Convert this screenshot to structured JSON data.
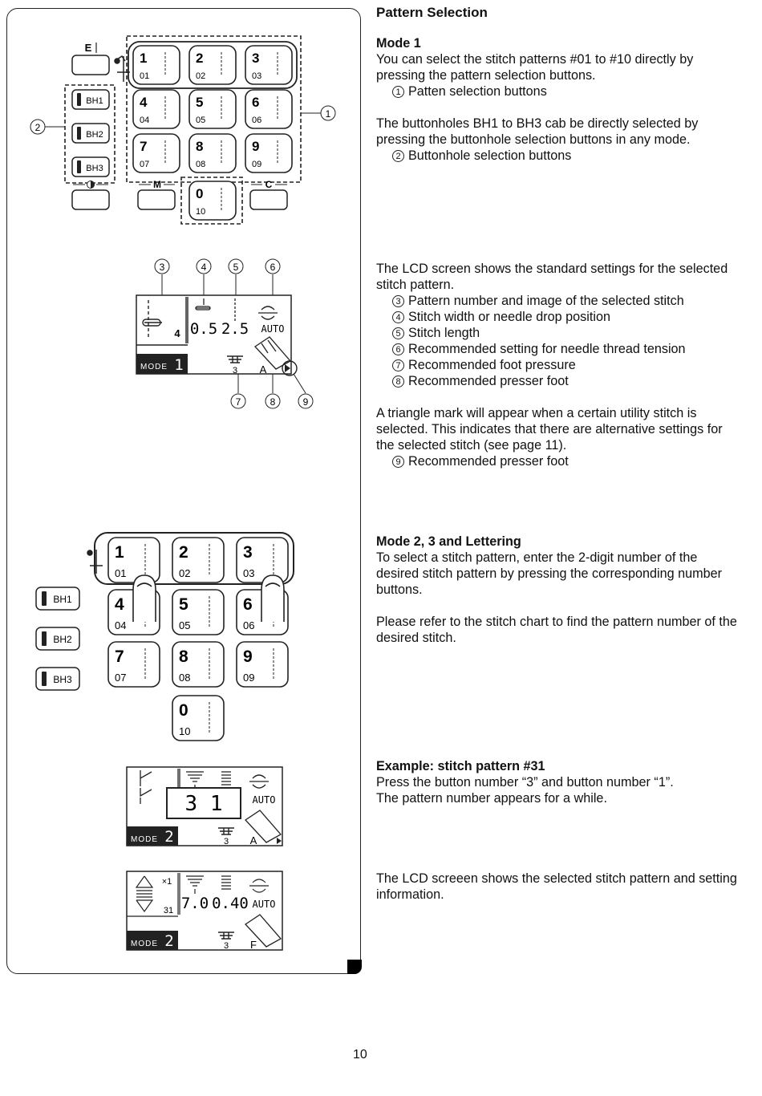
{
  "title": "Pattern Selection",
  "page_number": "10",
  "mode1": {
    "heading": "Mode 1",
    "para1": "You can select the stitch patterns #01 to #10 directly by pressing the pattern selection buttons.",
    "item1_num": "1",
    "item1": "Patten selection buttons",
    "para2": "The buttonholes BH1 to BH3 cab be directly selected by pressing the buttonhole selection buttons in any mode.",
    "item2_num": "2",
    "item2": "Buttonhole selection buttons"
  },
  "lcd_section": {
    "intro": "The LCD screen shows the standard settings for the selected stitch pattern.",
    "items": [
      {
        "num": "3",
        "text": "Pattern number and image of the selected stitch"
      },
      {
        "num": "4",
        "text": "Stitch width or needle drop position"
      },
      {
        "num": "5",
        "text": "Stitch length"
      },
      {
        "num": "6",
        "text": "Recommended setting for needle thread tension"
      },
      {
        "num": "7",
        "text": "Recommended foot pressure"
      },
      {
        "num": "8",
        "text": "Recommended presser foot"
      }
    ],
    "triangle": "A triangle mark will appear when a certain utility stitch is selected. This indicates that there are alternative settings for the selected stitch (see page 11).",
    "item9_num": "9",
    "item9": "Recommended presser foot"
  },
  "mode23": {
    "heading": "Mode 2, 3 and Lettering",
    "para1": "To select a stitch pattern, enter the 2-digit number of the desired stitch pattern by pressing the corresponding number buttons.",
    "para2": "Please refer to the stitch chart to find the pattern number of the desired stitch."
  },
  "example": {
    "heading": "Example: stitch pattern #31",
    "line1": "Press the button number “3” and button number “1”.",
    "line2": "The pattern number appears for a while."
  },
  "lcd_final": "The LCD screeen shows the selected stitch pattern and setting information.",
  "diagram1": {
    "e_label": "E",
    "m_label": "M",
    "c_label": "C",
    "callout1": "1",
    "callout2": "2",
    "bh": [
      "BH1",
      "BH2",
      "BH3"
    ],
    "keys": [
      {
        "big": "1",
        "small": "01"
      },
      {
        "big": "2",
        "small": "02"
      },
      {
        "big": "3",
        "small": "03"
      },
      {
        "big": "4",
        "small": "04"
      },
      {
        "big": "5",
        "small": "05"
      },
      {
        "big": "6",
        "small": "06"
      },
      {
        "big": "7",
        "small": "07"
      },
      {
        "big": "8",
        "small": "08"
      },
      {
        "big": "9",
        "small": "09"
      },
      {
        "big": "0",
        "small": "10"
      }
    ]
  },
  "lcd1": {
    "callouts": [
      "3",
      "4",
      "5",
      "6",
      "7",
      "8",
      "9"
    ],
    "pattern_no": "4",
    "width": "0.5",
    "length": "2.5",
    "tension": "AUTO",
    "mode_label": "MODE",
    "mode_value": "1",
    "pressure": "3",
    "foot": "A"
  },
  "diagram2": {
    "bh": [
      "BH1",
      "BH2",
      "BH3"
    ],
    "keys": [
      {
        "big": "1",
        "small": "01"
      },
      {
        "big": "2",
        "small": "02"
      },
      {
        "big": "3",
        "small": "03"
      },
      {
        "big": "4",
        "small": "04"
      },
      {
        "big": "5",
        "small": "05"
      },
      {
        "big": "6",
        "small": "06"
      },
      {
        "big": "7",
        "small": "07"
      },
      {
        "big": "8",
        "small": "08"
      },
      {
        "big": "9",
        "small": "09"
      },
      {
        "big": "0",
        "small": "10"
      }
    ]
  },
  "lcd2": {
    "number": "3 1",
    "tension": "AUTO",
    "mode_label": "MODE",
    "mode_value": "2",
    "pressure": "3",
    "foot": "A"
  },
  "lcd3": {
    "multiplier": "×1",
    "pattern_no": "31",
    "width": "7.0",
    "length": "0.40",
    "tension": "AUTO",
    "mode_label": "MODE",
    "mode_value": "2",
    "pressure": "3",
    "foot": "F"
  }
}
